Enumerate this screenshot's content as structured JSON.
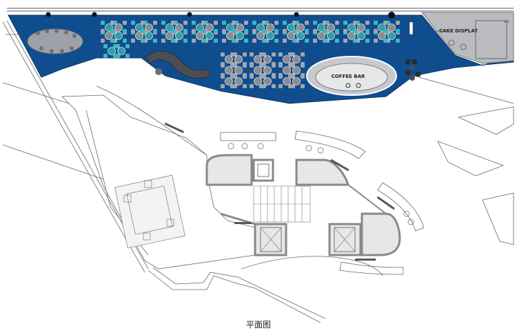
{
  "labels": {
    "coffee_bar": "COFFEE BAR",
    "cake_display": "CAKE DISPLAY",
    "small_tag": "645"
  },
  "caption": "平面图",
  "colors": {
    "seating_blue": "#0f4d8f",
    "grey_zone": "#b9bbbf",
    "table_teal": "#2f9fa8",
    "table_grey": "#8a8c93",
    "lines": "#555555"
  }
}
